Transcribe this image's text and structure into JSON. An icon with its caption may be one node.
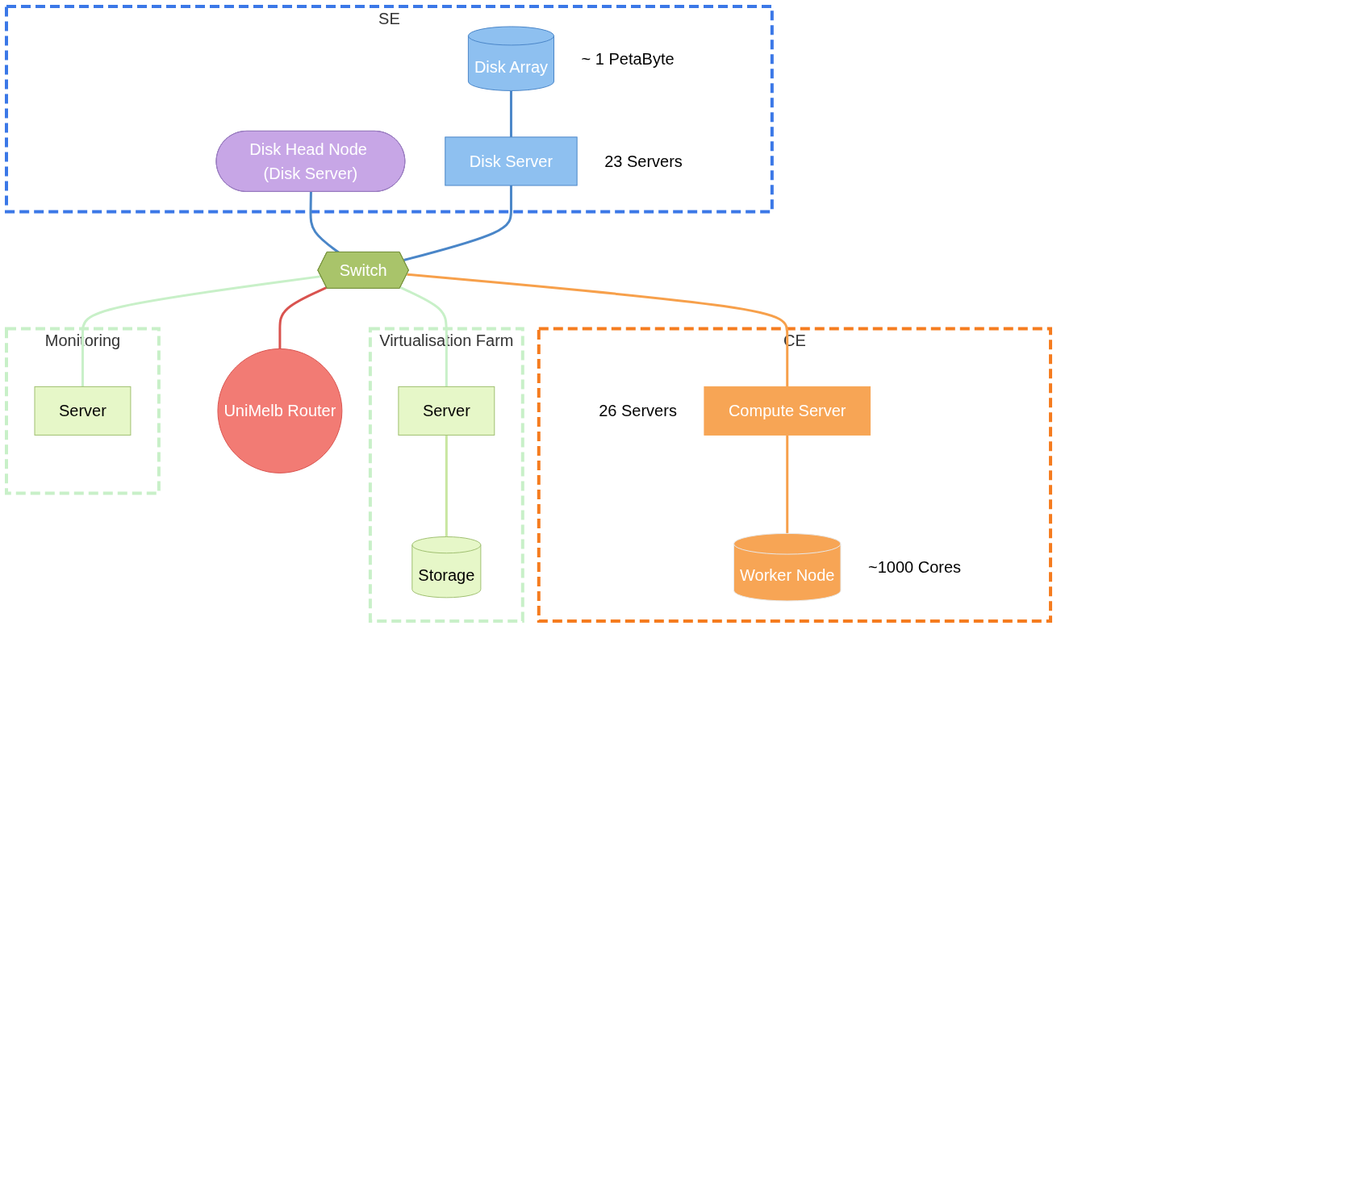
{
  "diagram": {
    "nodes": [
      {
        "text": [
          "SE"
        ]
      },
      {
        "text": [
          "Disk Array"
        ],
        "in": 0,
        "beside": [
          "~ 1 PetaByte"
        ]
      },
      {
        "text": [
          "Disk Head Node (Disk Server)"
        ],
        "in": 0
      },
      {
        "text": [
          "Disk Server"
        ],
        "in": 0,
        "beside": [
          "23 Servers"
        ]
      },
      {
        "text": [
          "Switch"
        ]
      },
      {
        "text": [
          "UniMelb Router"
        ]
      },
      {
        "text": [
          "CE"
        ]
      },
      {
        "text": [
          "Compute Server"
        ],
        "in": 6,
        "beside": [
          "26 Servers"
        ]
      },
      {
        "text": [
          "Worker Node"
        ],
        "in": 6,
        "beside": [
          "~1000 Cores"
        ]
      },
      {
        "text": [
          "Virtualisation Farm"
        ]
      },
      {
        "text": [
          "Server"
        ],
        "in": 9
      },
      {
        "text": [
          "Storage"
        ],
        "in": 9
      },
      {
        "text": [
          "Monitoring"
        ]
      },
      {
        "text": [
          "Server"
        ],
        "in": 12
      }
    ],
    "edges": [
      {
        "from": 1,
        "to": 3,
        "arrow": "none",
        "color": "#4a86c8"
      },
      {
        "from": 2,
        "to": 4,
        "arrow": "none",
        "color": "#4a86c8"
      },
      {
        "from": 3,
        "to": 4,
        "arrow": "none",
        "color": "#4a86c8"
      },
      {
        "from": 4,
        "to": 5,
        "arrow": "none",
        "color": "#d9534f"
      },
      {
        "from": 4,
        "to": 7,
        "arrow": "none",
        "color": "#f7a04b"
      },
      {
        "from": 7,
        "to": 8,
        "arrow": "none",
        "color": "#f7a04b"
      },
      {
        "from": 4,
        "to": 10,
        "arrow": "none",
        "color": "#c8f0c8"
      },
      {
        "from": 10,
        "to": 11,
        "arrow": "none",
        "color": "#c8e6a0"
      },
      {
        "from": 4,
        "to": 13,
        "arrow": "none",
        "color": "#c8f0c8"
      }
    ]
  }
}
